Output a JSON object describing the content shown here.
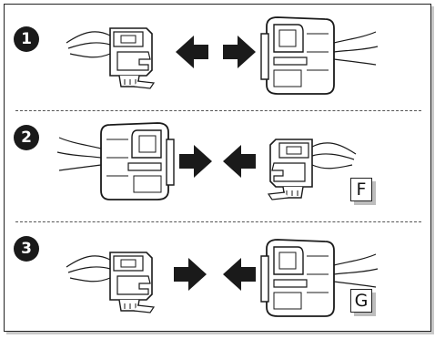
{
  "steps": [
    {
      "number": "1",
      "left_action": "pull-left",
      "right_action": "pull-right"
    },
    {
      "number": "2",
      "left_action": "push-right",
      "right_action": "push-left",
      "label": "F"
    },
    {
      "number": "3",
      "left_action": "push-right",
      "right_action": "push-left",
      "label": "G"
    }
  ],
  "colors": {
    "ink": "#1a1a1a",
    "fill": "#ffffff",
    "shadow": "#c9c9c9"
  }
}
